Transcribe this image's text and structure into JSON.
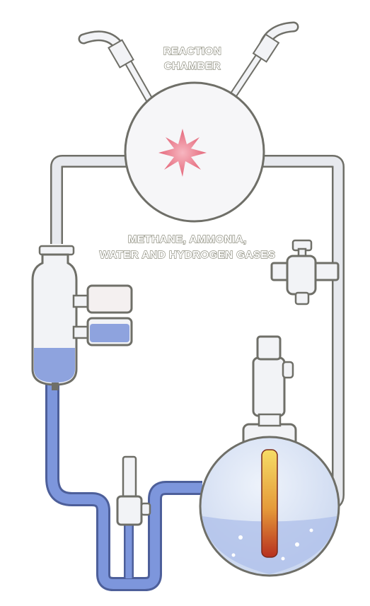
{
  "labels": {
    "reaction_line1": "REACTION",
    "reaction_line2": "CHAMBER",
    "gases_line1": "METHANE, AMMONIA,",
    "gases_line2": "WATER AND HYDROGEN GASES"
  },
  "colors": {
    "glass_stroke": "#6f6f68",
    "glass_fill": "#f2f3f6",
    "tube_gas": "#e7e9ee",
    "liquid": "#7d96dc",
    "liquid_light": "#b7c8ec",
    "spark": "#e3667a",
    "heater_top": "#f2d34f",
    "heater_bottom": "#c23a2a"
  },
  "icons": [
    "electrode-icon",
    "spark-icon",
    "stopcock-icon",
    "condenser-icon",
    "flask-icon",
    "heater-icon"
  ]
}
